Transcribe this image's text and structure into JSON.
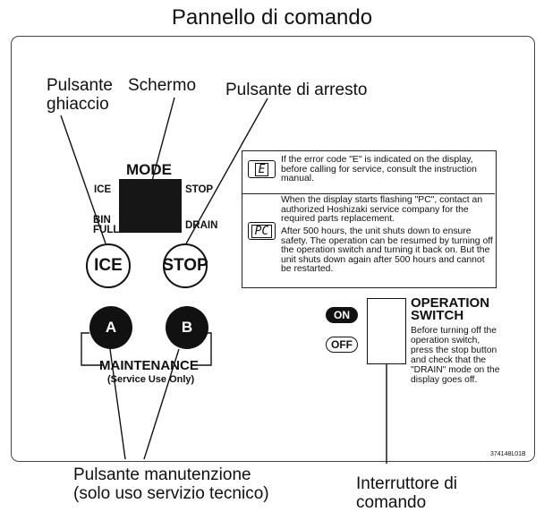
{
  "title": "Pannello di comando",
  "callouts": {
    "ice_button": "Pulsante\nghiaccio",
    "screen": "Schermo",
    "stop_button": "Pulsante di arresto",
    "maintenance_buttons": "Pulsante manutenzione\n(solo uso servizio tecnico)",
    "operation_switch": "Interruttore di\ncomando"
  },
  "panel": {
    "mode_label": "MODE",
    "ice_label": "ICE",
    "stop_label": "STOP",
    "bin_label": "BIN",
    "full_label": "FULL",
    "drain_label": "DRAIN",
    "ice_button": "ICE",
    "stop_button": "STOP",
    "button_a": "A",
    "button_b": "B",
    "maintenance_label": "MAINTENANCE",
    "service_note": "(Service Use Only)",
    "ref_code": "374148L01B"
  },
  "info": {
    "code_e": "E",
    "code_pc": "PC",
    "error_e_text": "If the error code \"E\" is indicated on the display, before calling for service, consult the instruction manual.",
    "pc_text_1": "When the display starts flashing \"PC\", contact an authorized Hoshizaki service company for the required parts replacement.",
    "pc_text_2": "After 500 hours, the unit shuts down to ensure safety. The operation can be resumed by turning off the operation switch and turning it back on. But the unit shuts down again after 500 hours and cannot be restarted."
  },
  "operation_switch": {
    "on_label": "ON",
    "off_label": "OFF",
    "title": "OPERATION\nSWITCH",
    "text": "Before turning off the operation switch, press the stop button and check that the \"DRAIN\" mode on the display goes off."
  }
}
